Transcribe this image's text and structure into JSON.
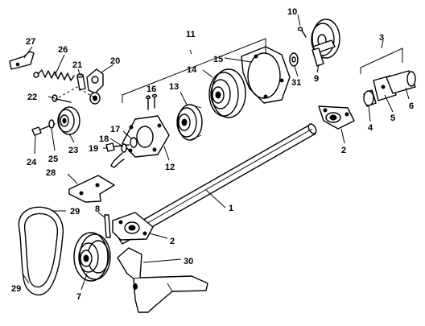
{
  "diagram": {
    "callouts": {
      "c1": "1",
      "c2a": "2",
      "c2b": "2",
      "c3": "3",
      "c4": "4",
      "c5": "5",
      "c6": "6",
      "c7": "7",
      "c8": "8",
      "c9": "9",
      "c10": "10",
      "c11": "11",
      "c12": "12",
      "c13": "13",
      "c14": "14",
      "c15": "15",
      "c16": "16",
      "c17": "17",
      "c18": "18",
      "c19": "19",
      "c20": "20",
      "c21": "21",
      "c22": "22",
      "c23": "23",
      "c24": "24",
      "c25": "25",
      "c26": "26",
      "c27": "27",
      "c28": "28",
      "c29a": "29",
      "c29b": "29",
      "c30": "30",
      "c31": "31"
    }
  }
}
